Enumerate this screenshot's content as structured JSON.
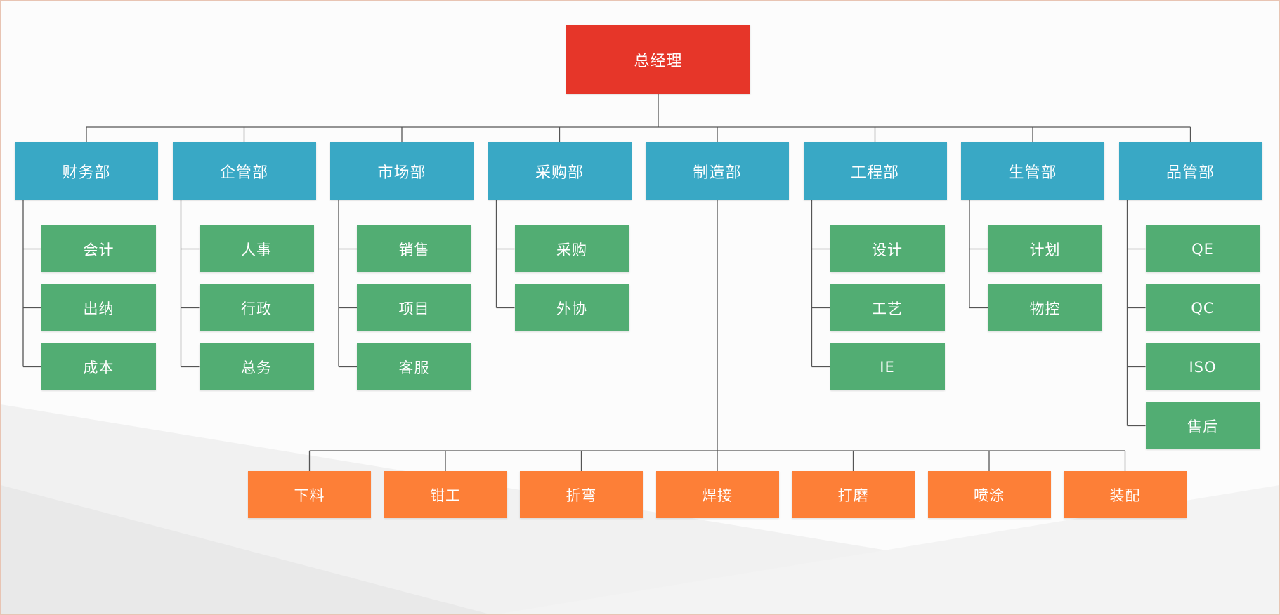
{
  "colors": {
    "ceo": "#e63629",
    "department": "#39a8c5",
    "sub_unit": "#52ad73",
    "process": "#fd7f37",
    "line": "#555555"
  },
  "root": {
    "label": "总经理"
  },
  "departments": [
    {
      "label": "财务部",
      "children": [
        "会计",
        "出纳",
        "成本"
      ]
    },
    {
      "label": "企管部",
      "children": [
        "人事",
        "行政",
        "总务"
      ]
    },
    {
      "label": "市场部",
      "children": [
        "销售",
        "项目",
        "客服"
      ]
    },
    {
      "label": "采购部",
      "children": [
        "采购",
        "外协"
      ]
    },
    {
      "label": "制造部",
      "children": []
    },
    {
      "label": "工程部",
      "children": [
        "设计",
        "工艺",
        "IE"
      ]
    },
    {
      "label": "生管部",
      "children": [
        "计划",
        "物控"
      ]
    },
    {
      "label": "品管部",
      "children": [
        "QE",
        "QC",
        "ISO",
        "售后"
      ]
    }
  ],
  "manufacturing_processes": [
    "下料",
    "钳工",
    "折弯",
    "焊接",
    "打磨",
    "喷涂",
    "装配"
  ]
}
